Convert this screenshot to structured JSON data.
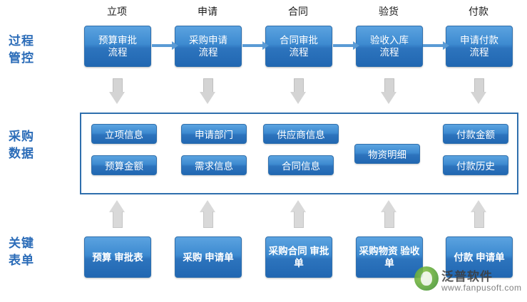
{
  "row_labels": [
    {
      "line1": "过程",
      "line2": "管控"
    },
    {
      "line1": "采购",
      "line2": "数据"
    },
    {
      "line1": "关键",
      "line2": "表单"
    }
  ],
  "stages": [
    "立项",
    "申请",
    "合同",
    "验货",
    "付款"
  ],
  "process_boxes": [
    {
      "line1": "预算审批",
      "line2": "流程"
    },
    {
      "line1": "采购申请",
      "line2": "流程"
    },
    {
      "line1": "合同审批",
      "line2": "流程"
    },
    {
      "line1": "验收入库",
      "line2": "流程"
    },
    {
      "line1": "申请付款",
      "line2": "流程"
    }
  ],
  "data_pills": {
    "top": [
      "立项信息",
      "申请部门",
      "供应商信息",
      "物资明细",
      "付款金额"
    ],
    "bottom": [
      "预算金额",
      "需求信息",
      "合同信息",
      "付款历史"
    ]
  },
  "forms": [
    {
      "line1": "预算",
      "line2": "审批表"
    },
    {
      "line1": "采购",
      "line2": "申请单"
    },
    {
      "line1": "采购合同",
      "line2": "审批单"
    },
    {
      "line1": "采购物资",
      "line2": "验收单"
    },
    {
      "line1": "付款",
      "line2": "申请单"
    }
  ],
  "watermark": {
    "cn": "泛普软件",
    "en": "www.fanpusoft.com"
  },
  "colors": {
    "accent": "#2167b2",
    "label": "#2b6cb8",
    "arrow_blue": "#5a9bd5",
    "arrow_grey": "#d4d4d4"
  }
}
